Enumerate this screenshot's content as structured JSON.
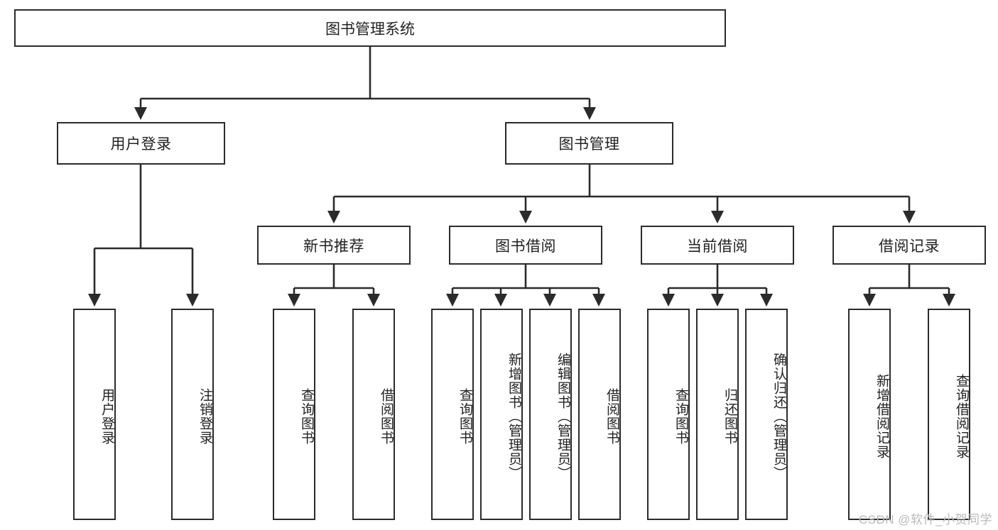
{
  "diagram": {
    "type": "tree",
    "title": "图书管理系统",
    "root": {
      "label": "图书管理系统"
    },
    "level2": [
      {
        "label": "用户登录"
      },
      {
        "label": "图书管理"
      }
    ],
    "level3": [
      {
        "label": "新书推荐"
      },
      {
        "label": "图书借阅"
      },
      {
        "label": "当前借阅"
      },
      {
        "label": "借阅记录"
      }
    ],
    "leaves": {
      "user_login": [
        {
          "label": "用户登录"
        },
        {
          "label": "注销登录"
        }
      ],
      "new_book_recommend": [
        {
          "label": "查询图书"
        },
        {
          "label": "借阅图书"
        }
      ],
      "book_borrow": [
        {
          "label": "查询图书"
        },
        {
          "label": "新增图书（管理员）"
        },
        {
          "label": "编辑图书（管理员）"
        },
        {
          "label": "借阅图书"
        }
      ],
      "current_borrow": [
        {
          "label": "查询图书"
        },
        {
          "label": "归还图书"
        },
        {
          "label": "确认归还（管理员）"
        }
      ],
      "borrow_record": [
        {
          "label": "新增借阅记录"
        },
        {
          "label": "查询借阅记录"
        }
      ]
    }
  },
  "watermark": {
    "text": "CSDN @软件_小贺同学"
  },
  "colors": {
    "stroke": "#2b2b2b",
    "text": "#222222",
    "background": "#ffffff",
    "watermark": "#b9b9b9"
  }
}
